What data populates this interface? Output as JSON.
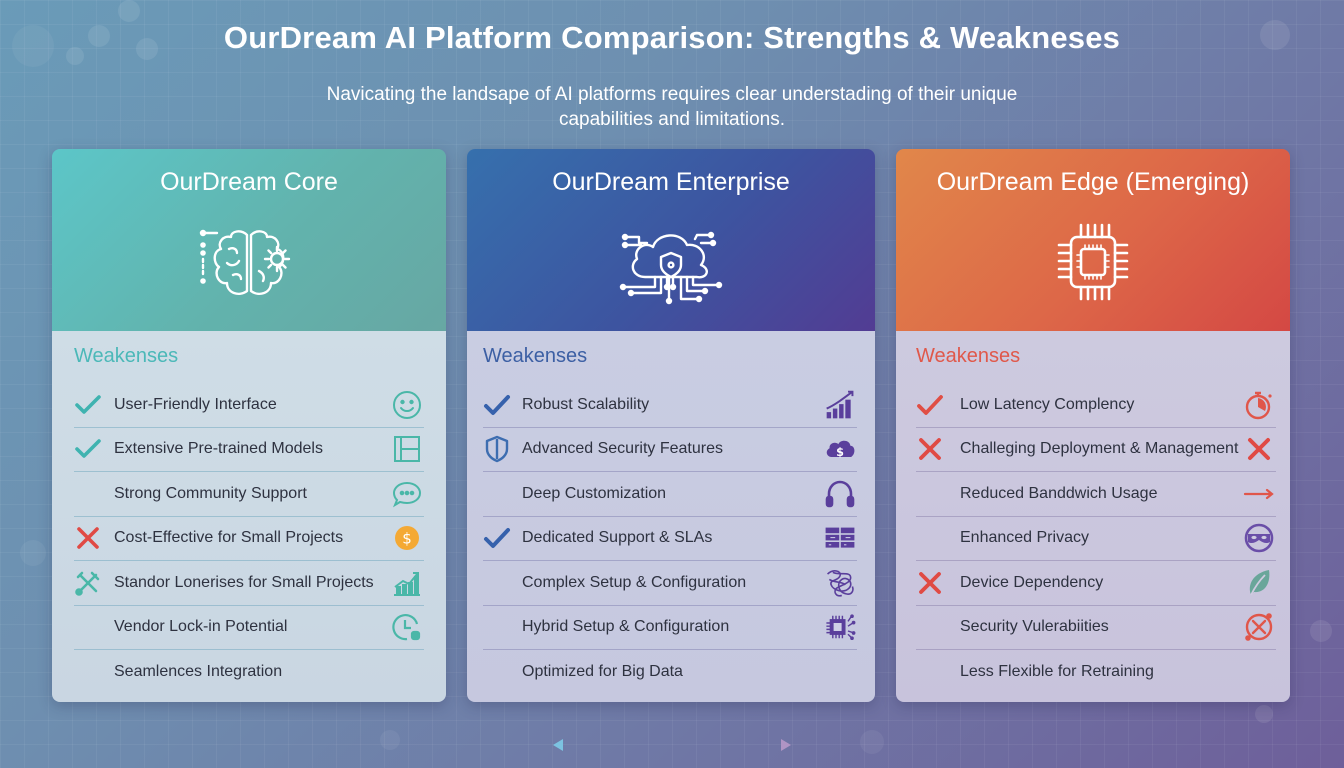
{
  "header": {
    "title": "OurDream AI Platform Comparison: Strengths & Weakneses",
    "subtitle_line1": "Navicating the landsape of AI platforms requires clear understading of their unique",
    "subtitle_line2": "capabilities and limitations."
  },
  "colors": {
    "core_accent": "#4bb8b8",
    "enterprise_accent": "#3c5fa4",
    "enterprise_icon": "#5a3f9c",
    "edge_accent": "#e0584a",
    "check_teal": "#3fb3b0",
    "cross_red": "#e04a44",
    "coin_orange": "#f4a934"
  },
  "cards": [
    {
      "id": "core",
      "title": "OurDream Core",
      "header_icon": "brain-gear-icon",
      "section_label": "Weakenses",
      "items": [
        {
          "label": "User-Friendly Interface",
          "mark": "check-icon",
          "icon": "smiley-icon"
        },
        {
          "label": "Extensive Pre-trained Models",
          "mark": "check-icon",
          "icon": "panel-layout-icon"
        },
        {
          "label": "Strong Community Support",
          "mark": "",
          "icon": "chat-bubble-icon"
        },
        {
          "label": "Cost-Effective for Small Projects",
          "mark": "cross-icon",
          "icon": "dollar-coin-icon"
        },
        {
          "label": "Standor Lonerises for Small Projects",
          "mark": "tools-icon",
          "icon": "growth-chart-icon"
        },
        {
          "label": "Vendor Lock-in Potential",
          "mark": "",
          "icon": "clock-icon"
        },
        {
          "label": "Seamlences Integration",
          "mark": "",
          "icon": ""
        }
      ]
    },
    {
      "id": "enterprise",
      "title": "OurDream Enterprise",
      "header_icon": "cloud-shield-circuit-icon",
      "section_label": "Weakenses",
      "items": [
        {
          "label": "Robust Scalability",
          "mark": "check-icon",
          "icon": "bar-chart-up-icon"
        },
        {
          "label": "Advanced Security Features",
          "mark": "shield-icon",
          "icon": "cloud-dollar-icon"
        },
        {
          "label": "Deep Customization",
          "mark": "",
          "icon": "headphones-icon"
        },
        {
          "label": "Dedicated Support & SLAs",
          "mark": "check-icon",
          "icon": "server-rack-icon"
        },
        {
          "label": "Complex Setup & Configuration",
          "mark": "",
          "icon": "tangle-icon"
        },
        {
          "label": "Hybrid Setup & Configuration",
          "mark": "",
          "icon": "chip-circuit-icon"
        },
        {
          "label": "Optimized for Big Data",
          "mark": "",
          "icon": ""
        }
      ]
    },
    {
      "id": "edge",
      "title": "OurDream Edge (Emerging)",
      "header_icon": "microchip-icon",
      "section_label": "Weakenses",
      "items": [
        {
          "label": "Low Latency Complency",
          "mark": "check-icon",
          "icon": "stopwatch-icon"
        },
        {
          "label": "Challeging Deployment & Management",
          "mark": "cross-icon",
          "icon": "cross-icon"
        },
        {
          "label": "Reduced Banddwich Usage",
          "mark": "",
          "icon": "arrow-right-icon"
        },
        {
          "label": "Enhanced Privacy",
          "mark": "",
          "icon": "masked-face-icon"
        },
        {
          "label": "Device Dependency",
          "mark": "cross-icon",
          "icon": "leaf-icon"
        },
        {
          "label": "Security Vulerabiities",
          "mark": "",
          "icon": "circle-x-icon"
        },
        {
          "label": "Less Flexible for Retraining",
          "mark": "",
          "icon": ""
        }
      ]
    }
  ],
  "footer": {
    "icon": "double-arrow-icon"
  }
}
